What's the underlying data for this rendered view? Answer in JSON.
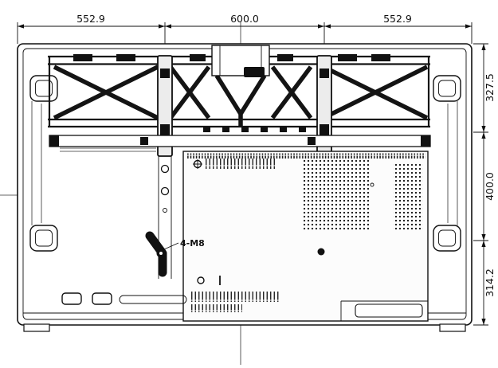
{
  "drawing": {
    "dimensions": {
      "top_left": "552.9",
      "top_center": "600.0",
      "top_right": "552.9",
      "right_top": "327.5",
      "right_middle": "400.0",
      "right_bottom": "314.2"
    },
    "annotations": {
      "mount_holes_label": "4-M8"
    },
    "colors": {
      "line": "#111111",
      "background": "#ffffff"
    }
  }
}
